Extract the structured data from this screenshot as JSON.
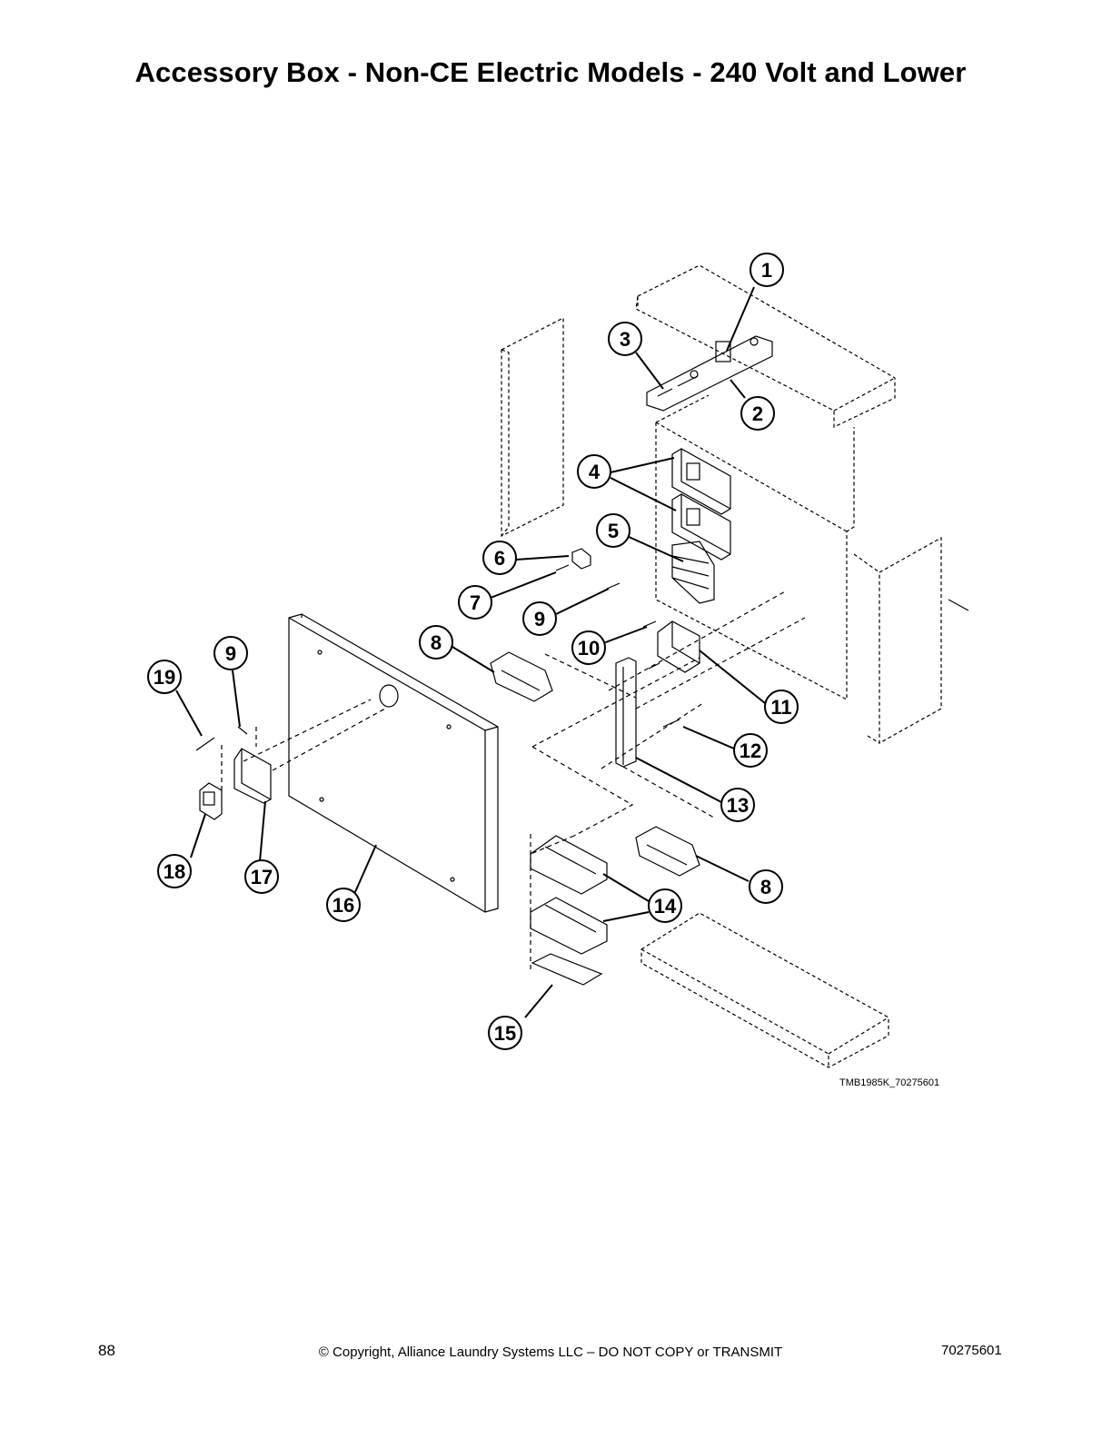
{
  "page": {
    "title": "Accessory Box - Non-CE Electric Models - 240 Volt and Lower",
    "drawing_code": "TMB1985K_70275601",
    "page_number": "88",
    "copyright": "© Copyright, Alliance Laundry Systems LLC – DO NOT COPY or TRANSMIT",
    "part_number": "70275601"
  },
  "callouts": [
    {
      "label": "1"
    },
    {
      "label": "2"
    },
    {
      "label": "3"
    },
    {
      "label": "4"
    },
    {
      "label": "5"
    },
    {
      "label": "6"
    },
    {
      "label": "7"
    },
    {
      "label": "9"
    },
    {
      "label": "10"
    },
    {
      "label": "8"
    },
    {
      "label": "9"
    },
    {
      "label": "19"
    },
    {
      "label": "11"
    },
    {
      "label": "12"
    },
    {
      "label": "13"
    },
    {
      "label": "8"
    },
    {
      "label": "14"
    },
    {
      "label": "18"
    },
    {
      "label": "17"
    },
    {
      "label": "16"
    },
    {
      "label": "15"
    }
  ]
}
